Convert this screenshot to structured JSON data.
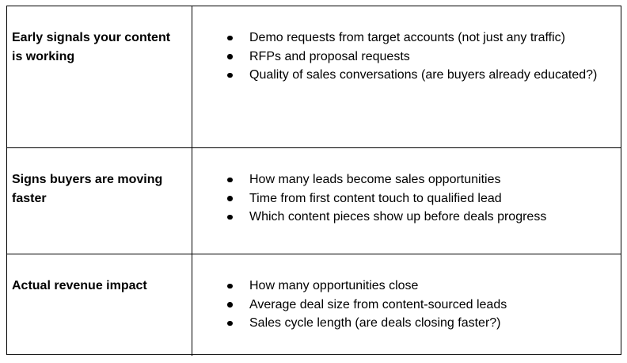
{
  "colors": {
    "border": "#000000",
    "text": "#000000",
    "background": "#ffffff"
  },
  "table": {
    "rows": [
      {
        "header": "Early signals your content is working",
        "bullets": [
          "Demo requests from target accounts (not just any traffic)",
          "RFPs and proposal requests",
          "Quality of sales conversations (are buyers already educated?)"
        ]
      },
      {
        "header": "Signs buyers are moving faster",
        "bullets": [
          "How many leads become sales opportunities",
          "Time from first content touch to qualified lead",
          "Which content pieces show up before deals progress"
        ]
      },
      {
        "header": "Actual revenue impact",
        "bullets": [
          "How many opportunities close",
          "Average deal size from content-sourced leads",
          "Sales cycle length (are deals closing faster?)"
        ]
      }
    ]
  }
}
